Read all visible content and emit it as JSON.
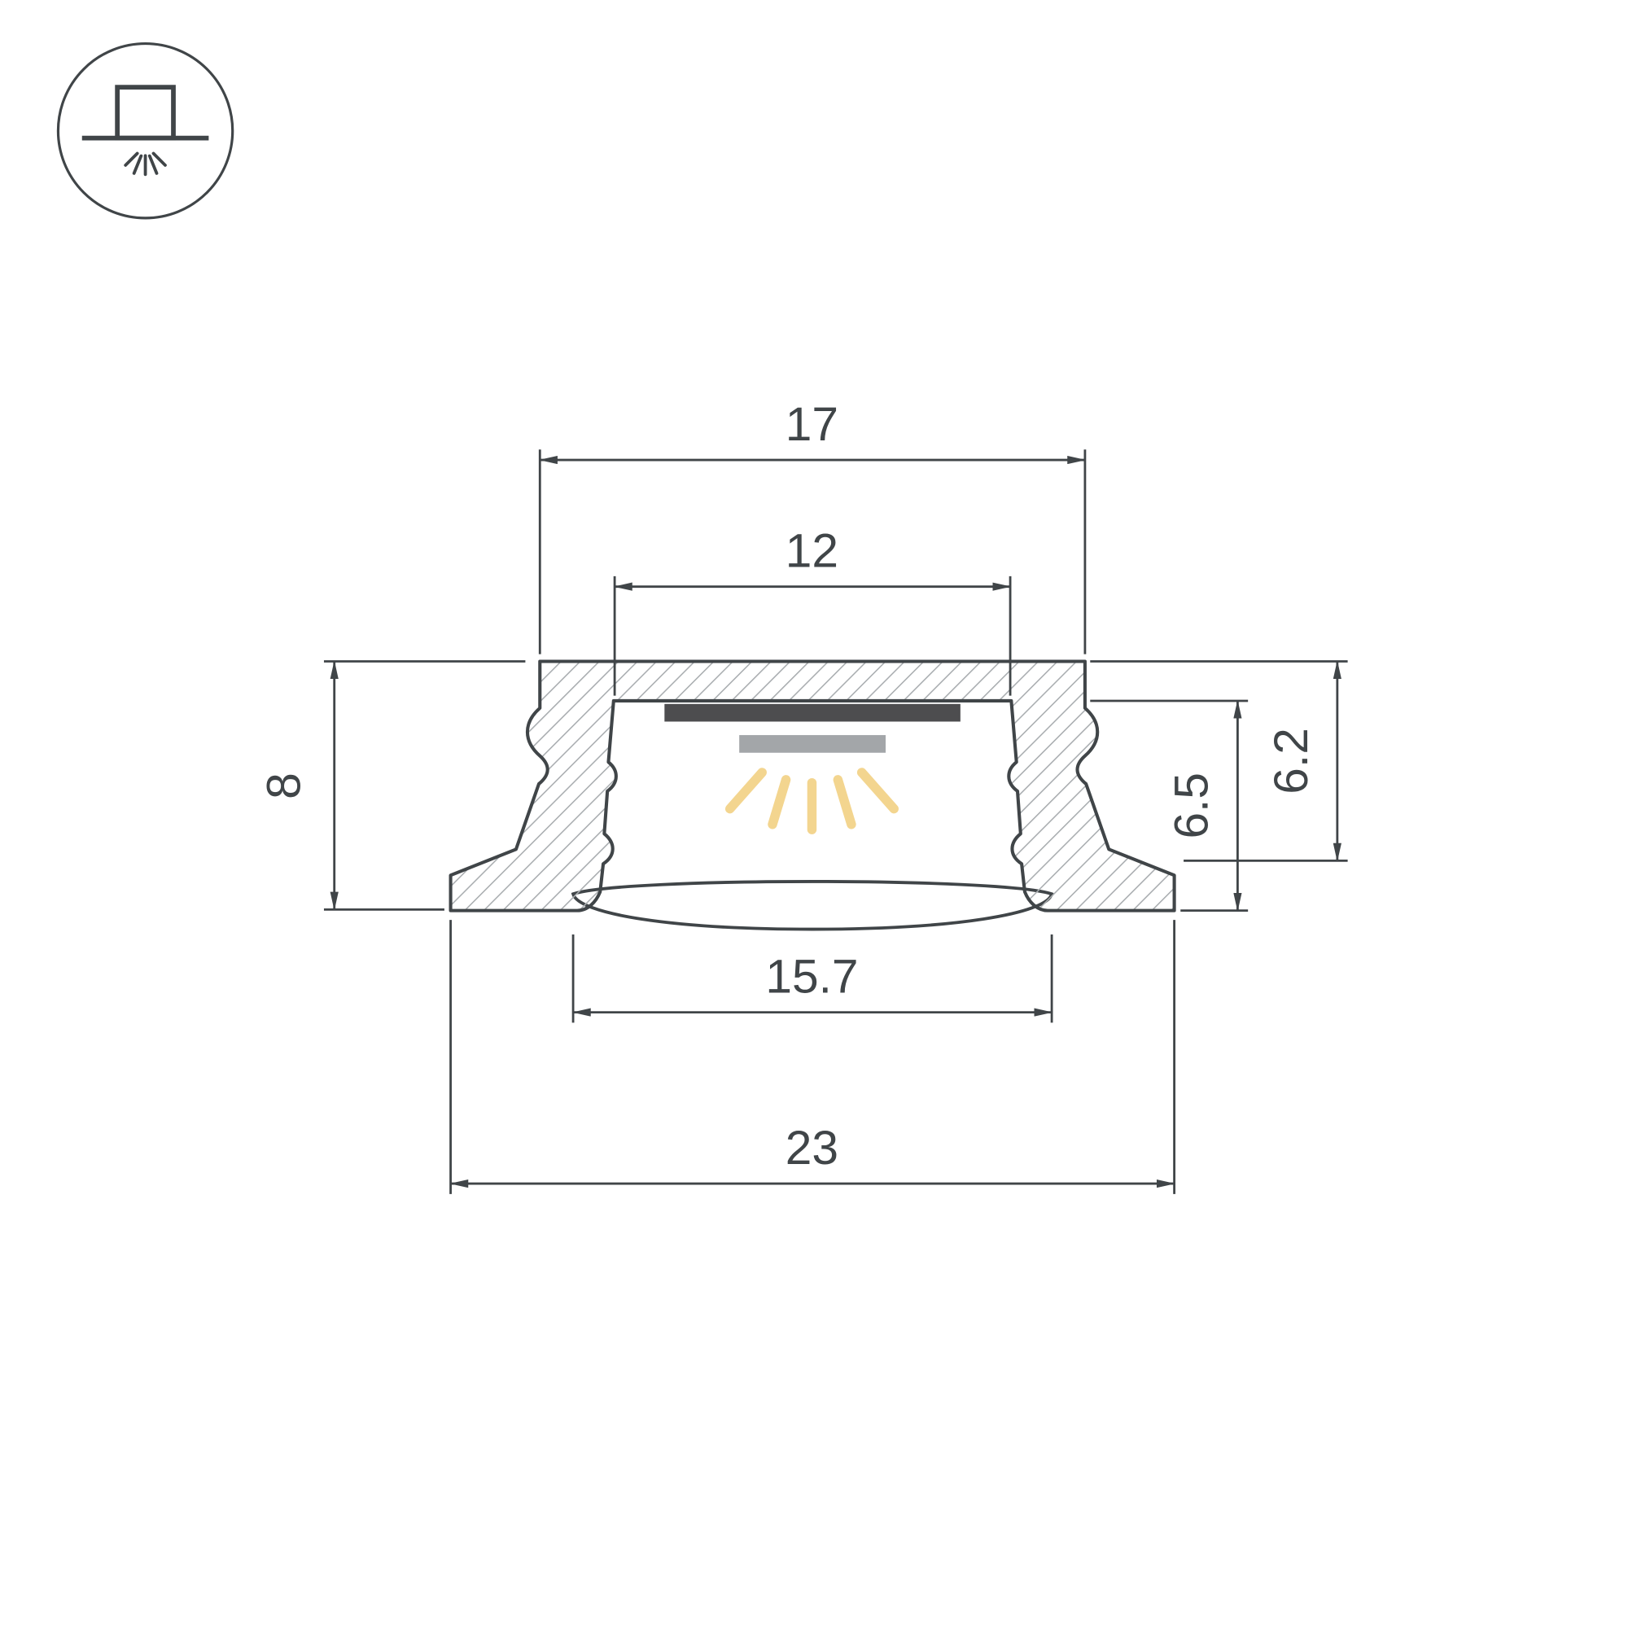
{
  "drawing": {
    "subject": "recessed-led-profile-cross-section",
    "icon": {
      "name": "recessed-mount-light-icon"
    },
    "dimensions": {
      "top_width": "17",
      "inner_width": "12",
      "side_height": "8",
      "inner_depth": "6.5",
      "flange_depth": "6.2",
      "bottom_opening_width": "15.7",
      "overall_width": "23"
    },
    "colors": {
      "line": "#404548",
      "hatch": "#a8acaf",
      "pcb": "#4d4d4f",
      "led": "#a3a6a9",
      "ray": "#f3d58f",
      "background": "#ffffff"
    }
  }
}
